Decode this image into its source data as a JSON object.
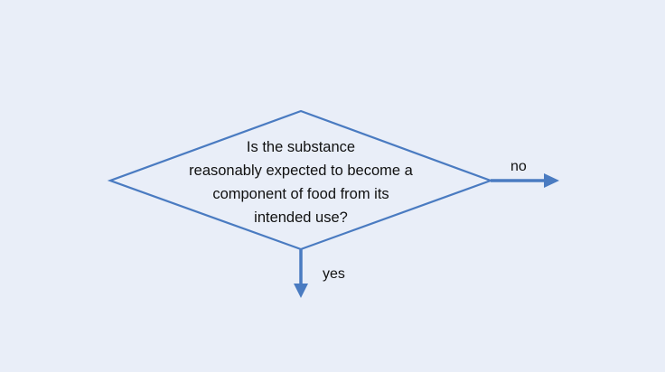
{
  "decision": {
    "question_lines": [
      "Is the substance",
      "reasonably expected to become a",
      "component of food from its",
      "intended use?"
    ]
  },
  "branches": {
    "no_label": "no",
    "yes_label": "yes"
  },
  "colors": {
    "background": "#e9eef8",
    "stroke": "#4a7bc1",
    "text": "#111111"
  }
}
